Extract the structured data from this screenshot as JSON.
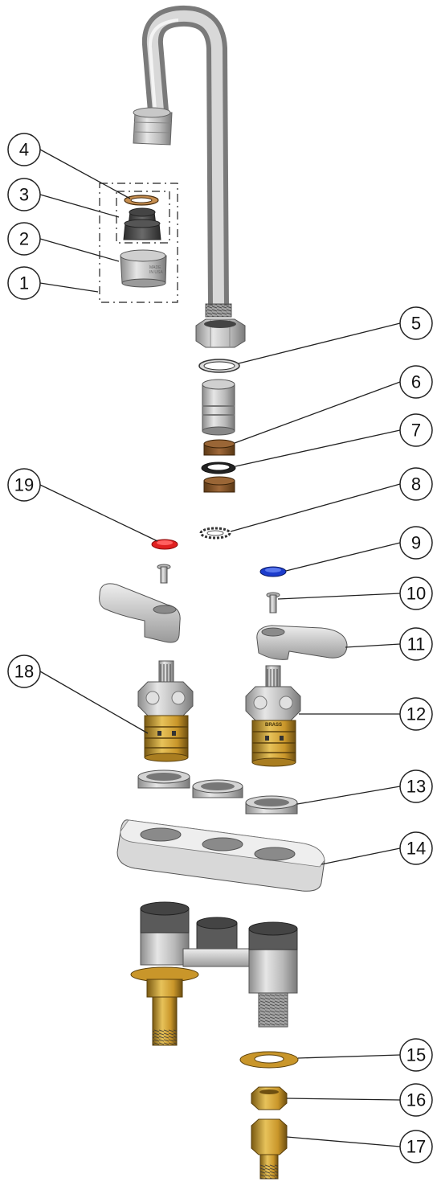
{
  "diagram": {
    "type": "exploded parts diagram",
    "colors": {
      "chrome_light": "#e2e2e2",
      "chrome_mid": "#b5b5b5",
      "chrome_dark": "#7d7d7d",
      "brass_light": "#e7c25a",
      "brass_mid": "#c9962a",
      "brass_dark": "#7a5a12",
      "washer_brown": "#8a5a2a",
      "hot_index_red": "#e02020",
      "cold_index_blue": "#1c3ccc",
      "line": "#222222"
    },
    "callouts": [
      {
        "label": "1"
      },
      {
        "label": "2"
      },
      {
        "label": "3"
      },
      {
        "label": "4"
      },
      {
        "label": "5"
      },
      {
        "label": "6"
      },
      {
        "label": "7"
      },
      {
        "label": "8"
      },
      {
        "label": "9"
      },
      {
        "label": "10"
      },
      {
        "label": "11"
      },
      {
        "label": "12"
      },
      {
        "label": "13"
      },
      {
        "label": "14"
      },
      {
        "label": "15"
      },
      {
        "label": "16"
      },
      {
        "label": "17"
      },
      {
        "label": "18"
      },
      {
        "label": "19"
      }
    ],
    "part_stamp_text": "BRASS"
  }
}
